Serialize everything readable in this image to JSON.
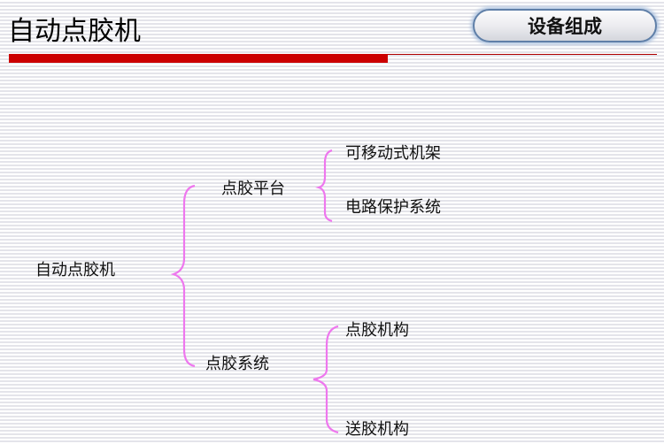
{
  "header": {
    "title": "自动点胶机",
    "section_button": "设备组成",
    "accent_color": "#cc0000"
  },
  "diagram": {
    "root": "自动点胶机",
    "branches": [
      {
        "label": "点胶平台",
        "children": [
          "可移动式机架",
          "电路保护系统"
        ]
      },
      {
        "label": "点胶系统",
        "children": [
          "点胶机构",
          "送胶机构"
        ]
      }
    ],
    "brace_color": "#ee77ee"
  }
}
